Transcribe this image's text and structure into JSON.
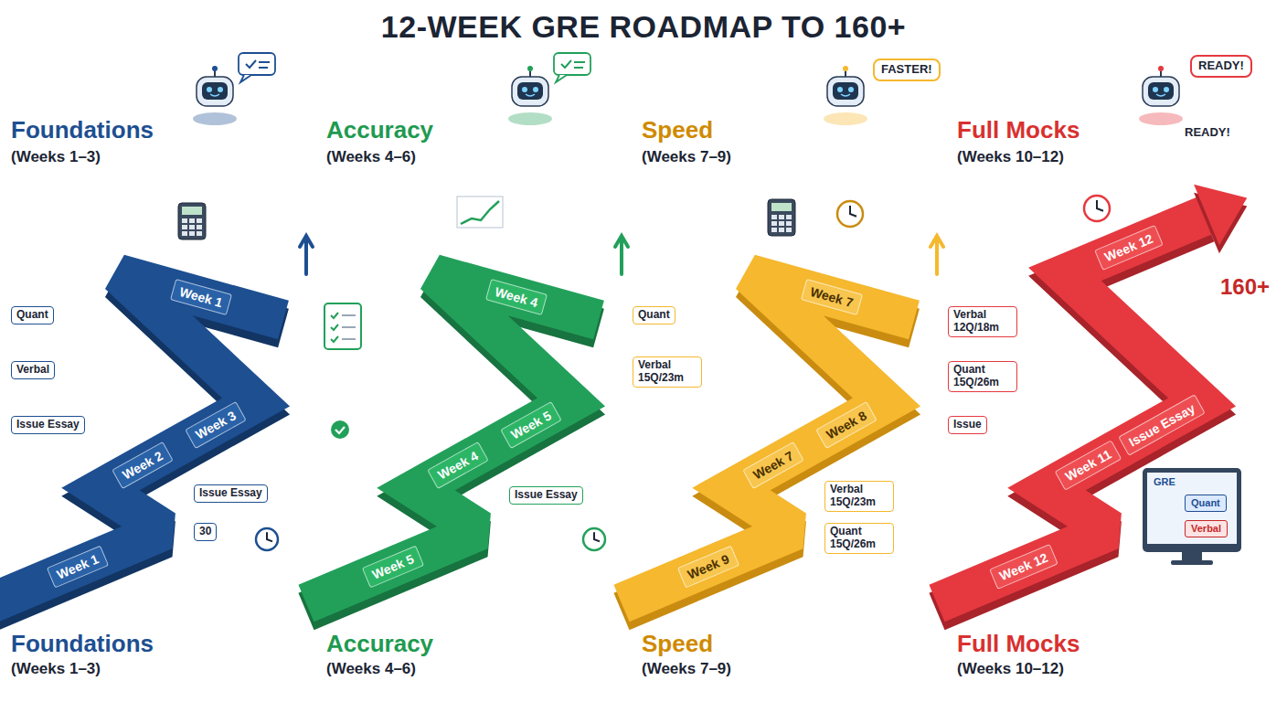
{
  "diagram": {
    "title": "12-WEEK GRE ROADMAP TO 160+",
    "nodes": [
      {
        "text": [
          "Week 1"
        ]
      },
      {
        "text": [
          "Week 2"
        ]
      },
      {
        "text": [
          "Week 3"
        ]
      },
      {
        "text": [
          "Week 1"
        ]
      },
      {
        "text": [
          "Week 4"
        ]
      },
      {
        "text": [
          "Week 4"
        ]
      },
      {
        "text": [
          "Week 5"
        ]
      },
      {
        "text": [
          "Week 5"
        ]
      },
      {
        "text": [
          "Week 7"
        ]
      },
      {
        "text": [
          "Week 7"
        ]
      },
      {
        "text": [
          "Week 8"
        ]
      },
      {
        "text": [
          "Week 9"
        ]
      },
      {
        "text": [
          "Week 12"
        ]
      },
      {
        "text": [
          "Week 11"
        ]
      },
      {
        "text": [
          "Issue Essay"
        ]
      },
      {
        "text": [
          "Week 12"
        ]
      }
    ],
    "labels": [
      "Foundations",
      "(Weeks 1–3)",
      "Accuracy",
      "(Weeks 4–6)",
      "Speed",
      "(Weeks 7–9)",
      "Full Mocks",
      "(Weeks 10–12)",
      "Quant",
      "Verbal",
      "Issue Essay",
      "Issue Essay",
      "30",
      "Issue Essay",
      "FASTER!",
      "Quant",
      "Verbal 15Q/23m",
      "Verbal 15Q/23m",
      "Quant 15Q/26m",
      "READY!",
      "READY!",
      "Verbal 12Q/18m",
      "Quant 15Q/26m",
      "Issue",
      "GRE",
      "Quant",
      "Verbal",
      "160+",
      "Foundations",
      "(Weeks 1–3)",
      "Accuracy",
      "(Weeks 4–6)",
      "Speed",
      "(Weeks 7–9)",
      "Full Mocks",
      "(Weeks 10–12)"
    ]
  }
}
